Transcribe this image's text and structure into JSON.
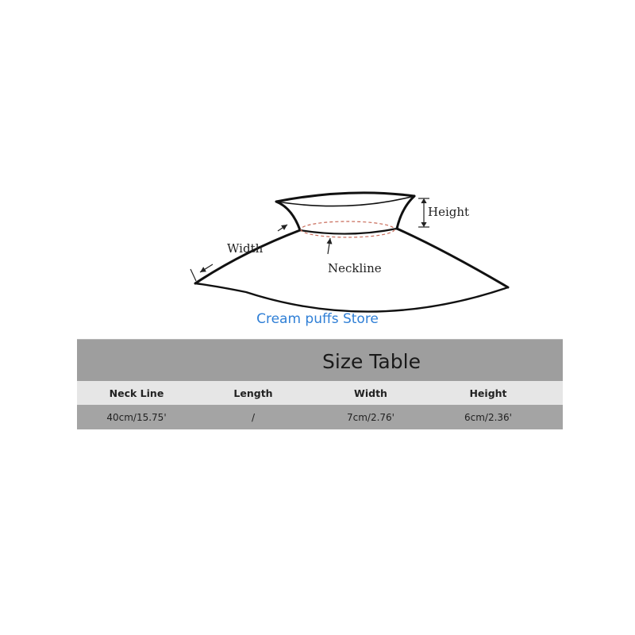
{
  "diagram": {
    "labels": {
      "height": "Height",
      "width": "Width",
      "neckline": "Neckline"
    },
    "icons": [
      "arrow-icon"
    ]
  },
  "watermark": "Cream puffs Store",
  "size_table": {
    "title": "Size Table",
    "headers": [
      "Neck Line",
      "Length",
      "Width",
      "Height"
    ],
    "values": [
      "40cm/15.75'",
      "/",
      "7cm/2.76'",
      "6cm/2.36'"
    ],
    "colors": {
      "title_bg": "#9e9e9e",
      "header_bg": "#e6e6e6",
      "value_bg": "#a4a4a4"
    }
  }
}
